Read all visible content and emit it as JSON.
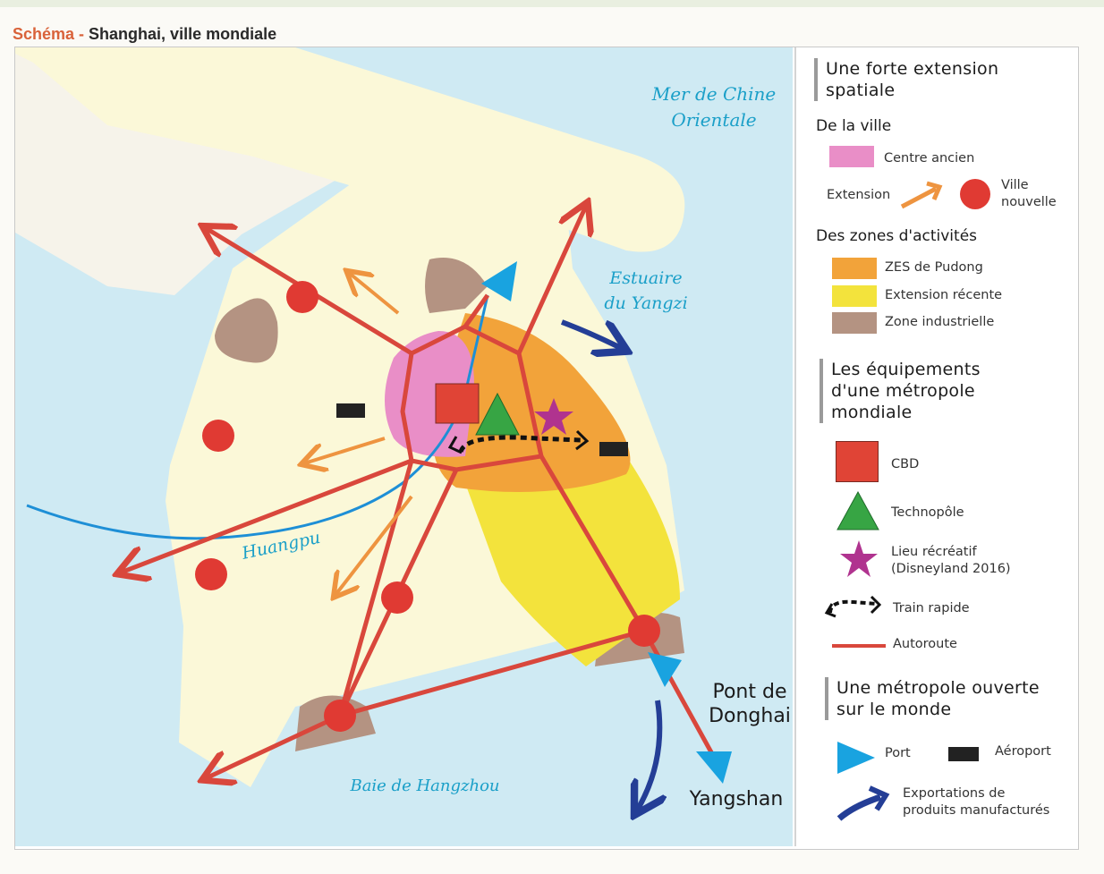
{
  "heading": {
    "label": "Schéma",
    "separator": " - ",
    "title": "Shanghai, ville mondiale"
  },
  "map_labels": {
    "sea": [
      "Mer de Chine",
      "Orientale"
    ],
    "estuary": [
      "Estuaire",
      "du Yangzi"
    ],
    "river": "Huangpu",
    "bay": "Baie de Hangzhou",
    "bridge": [
      "Pont de",
      "Donghai"
    ],
    "port": "Yangshan"
  },
  "legend": {
    "section1_title": [
      "Une forte extension",
      "spatiale"
    ],
    "city_title": "De la ville",
    "old_center": "Centre ancien",
    "extension": "Extension",
    "new_town": [
      "Ville",
      "nouvelle"
    ],
    "zones_title": "Des zones d'activités",
    "zes": "ZES de Pudong",
    "recent": "Extension récente",
    "industrial": "Zone industrielle",
    "section2_title": [
      "Les équipements",
      "d'une métropole",
      "mondiale"
    ],
    "cbd": "CBD",
    "technopole": "Technopôle",
    "leisure": [
      "Lieu récréatif",
      "(Disneyland 2016)"
    ],
    "train": "Train rapide",
    "highway": "Autoroute",
    "section3_title": [
      "Une métropole ouverte",
      "sur le monde"
    ],
    "port": "Port",
    "airport": "Aéroport",
    "exports": [
      "Exportations de",
      "produits manufacturés"
    ]
  },
  "colors": {
    "sea": "#cfeaf3",
    "land": "#fbf8d8",
    "old_center": "#e98ec7",
    "zes": "#f2a33a",
    "recent": "#f3e33c",
    "industrial": "#b49382",
    "highway": "#d9473c",
    "new_town": "#e03a33",
    "extension_arrow": "#ee9440",
    "river": "#1e8fd6",
    "port": "#19a3e0",
    "export_arrow": "#243e96",
    "technopole": "#37a544",
    "leisure": "#b0338f",
    "cbd": "#e04436"
  }
}
